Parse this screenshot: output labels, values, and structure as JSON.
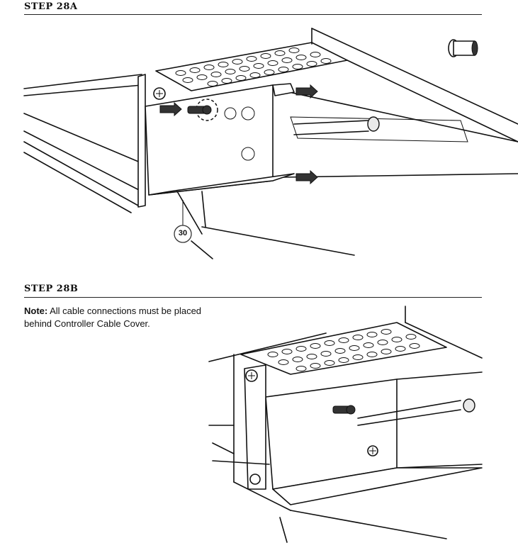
{
  "steps": [
    {
      "title": "STEP 28A"
    },
    {
      "title": "STEP 28B"
    }
  ],
  "note": {
    "label": "Note:",
    "text": "All cable connections must be placed behind Controller Cable Cover."
  },
  "callouts": [
    {
      "number": "30"
    }
  ],
  "icons": [
    "perforated-tray-illustration",
    "cable-cover-plate",
    "wing-nut-icon",
    "arrow-icon",
    "screw-icon"
  ]
}
